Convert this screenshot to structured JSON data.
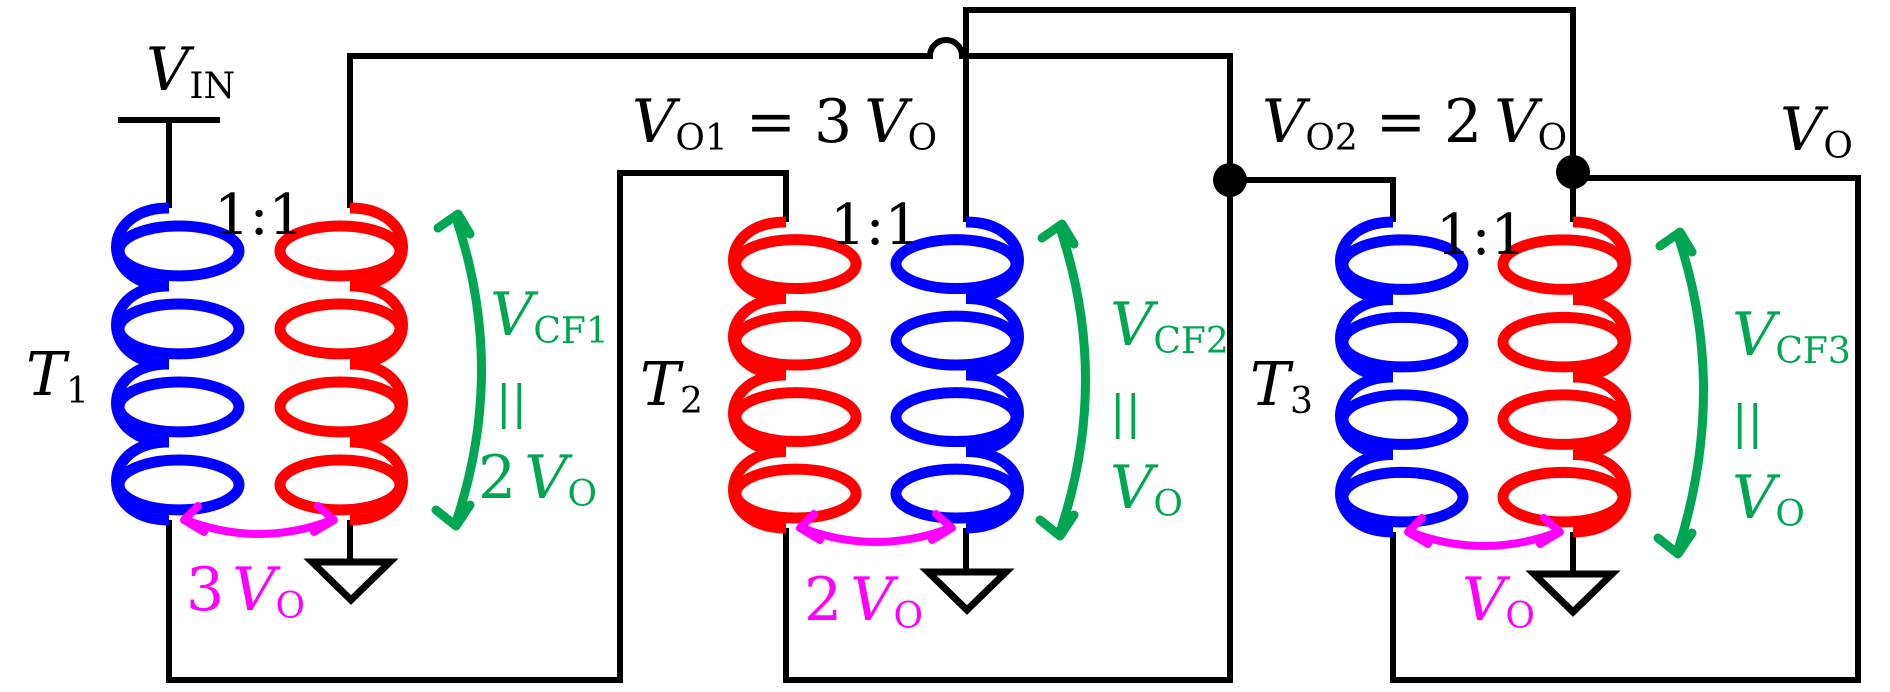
{
  "colors": {
    "wire": "#000000",
    "primary_blue": "#0000ff",
    "secondary_red": "#ff0000",
    "flying_cap": "#00a651",
    "swing": "#ff00ff"
  },
  "input": {
    "symbol": "V",
    "sub": "IN"
  },
  "output": {
    "symbol": "V",
    "sub": "O"
  },
  "transformers": [
    {
      "id": "T1",
      "name_symbol": "T",
      "name_sub": "1",
      "ratio": "1:1",
      "left_winding_color": "blue",
      "right_winding_color": "red",
      "cf": {
        "symbol": "V",
        "sub": "CF1",
        "sep": "||",
        "value_coef": "2",
        "value_symbol": "V",
        "value_sub": "O"
      },
      "swing": {
        "coef": "3",
        "symbol": "V",
        "sub": "O"
      }
    },
    {
      "id": "T2",
      "name_symbol": "T",
      "name_sub": "2",
      "ratio": "1:1",
      "left_winding_color": "red",
      "right_winding_color": "blue",
      "cf": {
        "symbol": "V",
        "sub": "CF2",
        "sep": "||",
        "value_coef": "",
        "value_symbol": "V",
        "value_sub": "O"
      },
      "swing": {
        "coef": "2",
        "symbol": "V",
        "sub": "O"
      }
    },
    {
      "id": "T3",
      "name_symbol": "T",
      "name_sub": "3",
      "ratio": "1:1",
      "left_winding_color": "blue",
      "right_winding_color": "red",
      "cf": {
        "symbol": "V",
        "sub": "CF3",
        "sep": "||",
        "value_coef": "",
        "value_symbol": "V",
        "value_sub": "O"
      },
      "swing": {
        "coef": "",
        "symbol": "V",
        "sub": "O"
      }
    }
  ],
  "nodes": {
    "vo1": {
      "symbol": "V",
      "sub": "O1",
      "eq": "=",
      "coef": "3",
      "rhs_symbol": "V",
      "rhs_sub": "O"
    },
    "vo2": {
      "symbol": "V",
      "sub": "O2",
      "eq": "=",
      "coef": "2",
      "rhs_symbol": "V",
      "rhs_sub": "O"
    }
  }
}
